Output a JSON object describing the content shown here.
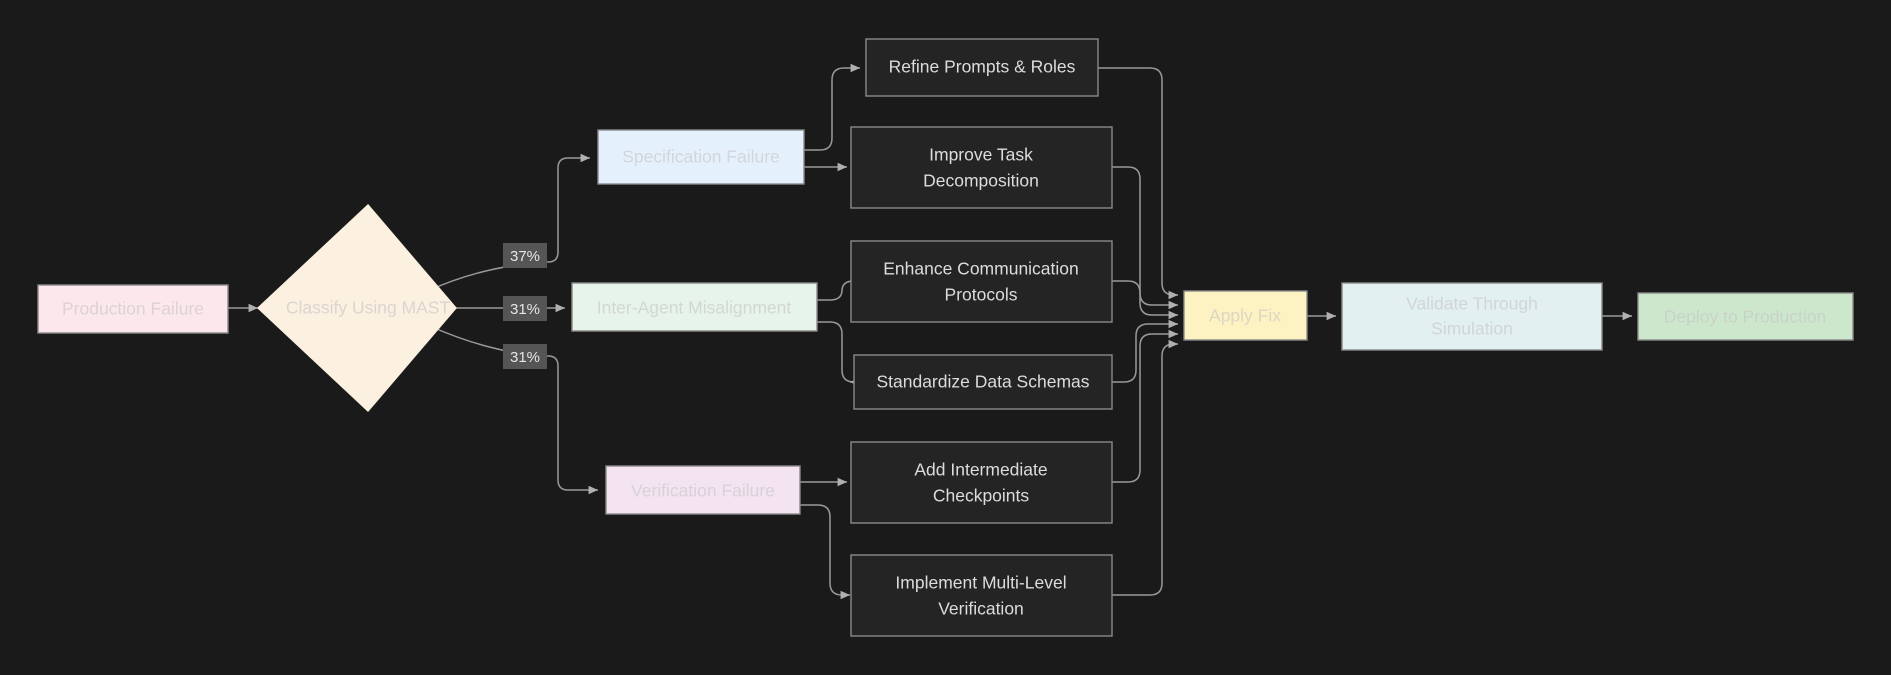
{
  "diagram": {
    "type": "flowchart",
    "direction": "left-to-right",
    "background_color": "#1a1a1a",
    "edge_color": "#999999",
    "nodes": {
      "production_failure": {
        "label": "Production Failure",
        "shape": "rect",
        "fill": "#fce8ec",
        "stroke": "#8a8a8a",
        "text_color": "#c8c6c6"
      },
      "classify_mast": {
        "label": "Classify Using MAST",
        "shape": "diamond",
        "fill": "#fcf0e0",
        "stroke": "#fcf0e0",
        "text_color": "#c8c6c6"
      },
      "specification_failure": {
        "label": "Specification Failure",
        "shape": "rect",
        "fill": "#e4f0fb",
        "stroke": "#8a8a8a",
        "text_color": "#c8c6c6"
      },
      "inter_agent_misalignment": {
        "label": "Inter-Agent Misalignment",
        "shape": "rect",
        "fill": "#e7f4ea",
        "stroke": "#8a8a8a",
        "text_color": "#c8c6c6"
      },
      "verification_failure": {
        "label": "Verification Failure",
        "shape": "rect",
        "fill": "#f4e4f2",
        "stroke": "#8a8a8a",
        "text_color": "#c8c6c6"
      },
      "refine_prompts": {
        "label": "Refine Prompts & Roles",
        "shape": "rect",
        "fill": "#242424",
        "stroke": "#8a8a8a",
        "text_color": "#dcdcdc"
      },
      "improve_decomposition": {
        "label_line1": "Improve Task",
        "label_line2": "Decomposition",
        "shape": "rect",
        "fill": "#242424",
        "stroke": "#8a8a8a",
        "text_color": "#dcdcdc"
      },
      "enhance_communication": {
        "label_line1": "Enhance Communication",
        "label_line2": "Protocols",
        "shape": "rect",
        "fill": "#242424",
        "stroke": "#8a8a8a",
        "text_color": "#dcdcdc"
      },
      "standardize_schemas": {
        "label": "Standardize Data Schemas",
        "shape": "rect",
        "fill": "#242424",
        "stroke": "#8a8a8a",
        "text_color": "#dcdcdc"
      },
      "add_checkpoints": {
        "label_line1": "Add Intermediate",
        "label_line2": "Checkpoints",
        "shape": "rect",
        "fill": "#242424",
        "stroke": "#8a8a8a",
        "text_color": "#dcdcdc"
      },
      "implement_verification": {
        "label_line1": "Implement Multi-Level",
        "label_line2": "Verification",
        "shape": "rect",
        "fill": "#242424",
        "stroke": "#8a8a8a",
        "text_color": "#dcdcdc"
      },
      "apply_fix": {
        "label": "Apply Fix",
        "shape": "rect",
        "fill": "#fdf3c2",
        "stroke": "#8a8a8a",
        "text_color": "#c8c6c6"
      },
      "validate_simulation": {
        "label_line1": "Validate Through",
        "label_line2": "Simulation",
        "shape": "rect",
        "fill": "#e2f0f1",
        "stroke": "#8a8a8a",
        "text_color": "#c8c6c6"
      },
      "deploy_production": {
        "label": "Deploy to Production",
        "shape": "rect",
        "fill": "#cde7cc",
        "stroke": "#8a8a8a",
        "text_color": "#c8c6c6"
      }
    },
    "edge_labels": {
      "to_specification": "37%",
      "to_inter_agent": "31%",
      "to_verification": "31%"
    }
  }
}
